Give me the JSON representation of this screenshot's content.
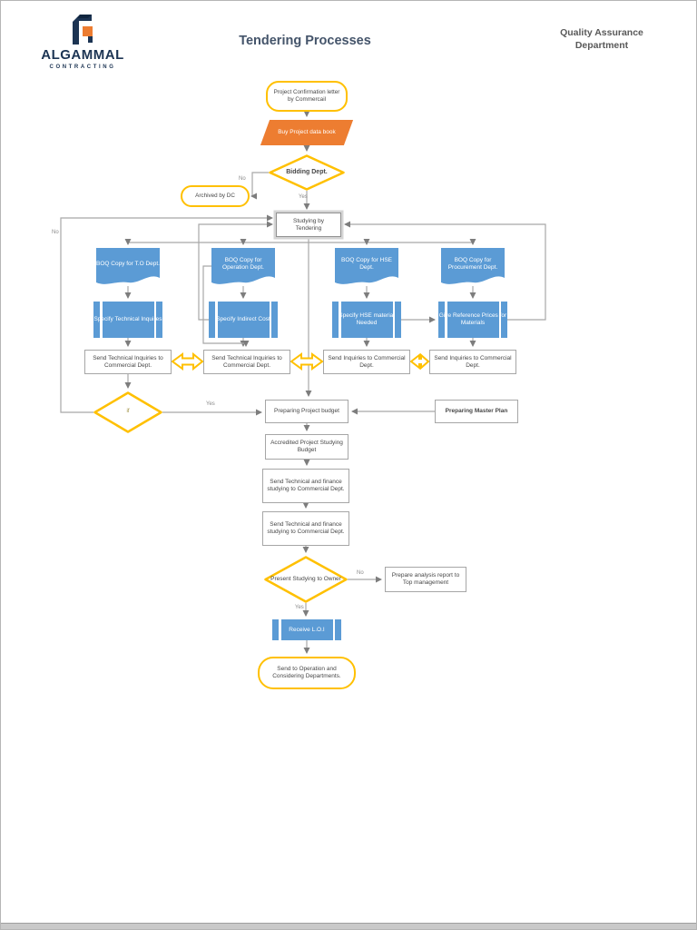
{
  "page": {
    "logo": {
      "name": "ALGAMMAL",
      "tagline": "CONTRACTING"
    },
    "title": "Tendering Processes",
    "department": "Quality Assurance Department"
  },
  "colors": {
    "shape_blue": "#5B9BD5",
    "shape_orange": "#ED7D31",
    "outline_gold": "#FFC000",
    "connector_gray": "#a8a8a8",
    "title_color": "#44546A",
    "logo_navy": "#1c3453"
  },
  "flowchart": {
    "nodes": {
      "start": "Project Confirmation letter by Commercail",
      "buy_data": "Buy Project data book",
      "bidding": "Bidding Dept.",
      "archived": "Archived by DC",
      "studying": "Studying by Tendering",
      "boq_to": "BOQ Copy for T.O Dept.",
      "boq_operation": "BOQ Copy for Operation Dept.",
      "boq_hse": "BOQ Copy for HSE Dept.",
      "boq_procurement": "BOQ Copy for Procurement Dept.",
      "specify_technical": "Specify Technical Inquires",
      "specify_indirect": "Specify Indirect Cost",
      "specify_hse": "Specify HSE material Needed",
      "give_reference": "Give Reference Prices for Materials",
      "send_technical_1": "Send Technical Inquiries to Commercial Dept.",
      "send_technical_2": "Send Technical Inquiries to Commercial Dept.",
      "send_inquiries_1": "Send Inquiries to Commercial Dept.",
      "send_inquiries_2": "Send Inquiries to Commercial Dept.",
      "if_check": "if",
      "preparing_budget": "Preparing Project budget",
      "master_plan": "Preparing Master Plan",
      "accredited": "Accredited Project Studying Budget",
      "send_finance_1": "Send Technical and finance studying to Commercial Dept.",
      "send_finance_2": "Send Technical and finance studying to Commercial Dept.",
      "present_owner": "Present Studying to Owner",
      "prepare_analysis": "Prepare analysis report to Top management",
      "receive_loi": "Receive L.O.I",
      "end": "Send to Operation and Considering Departments."
    },
    "edge_labels": {
      "bidding_no": "No",
      "bidding_yes": "Yes",
      "if_no": "No",
      "if_yes": "Yes",
      "present_no": "No",
      "present_yes": "Yes"
    }
  }
}
